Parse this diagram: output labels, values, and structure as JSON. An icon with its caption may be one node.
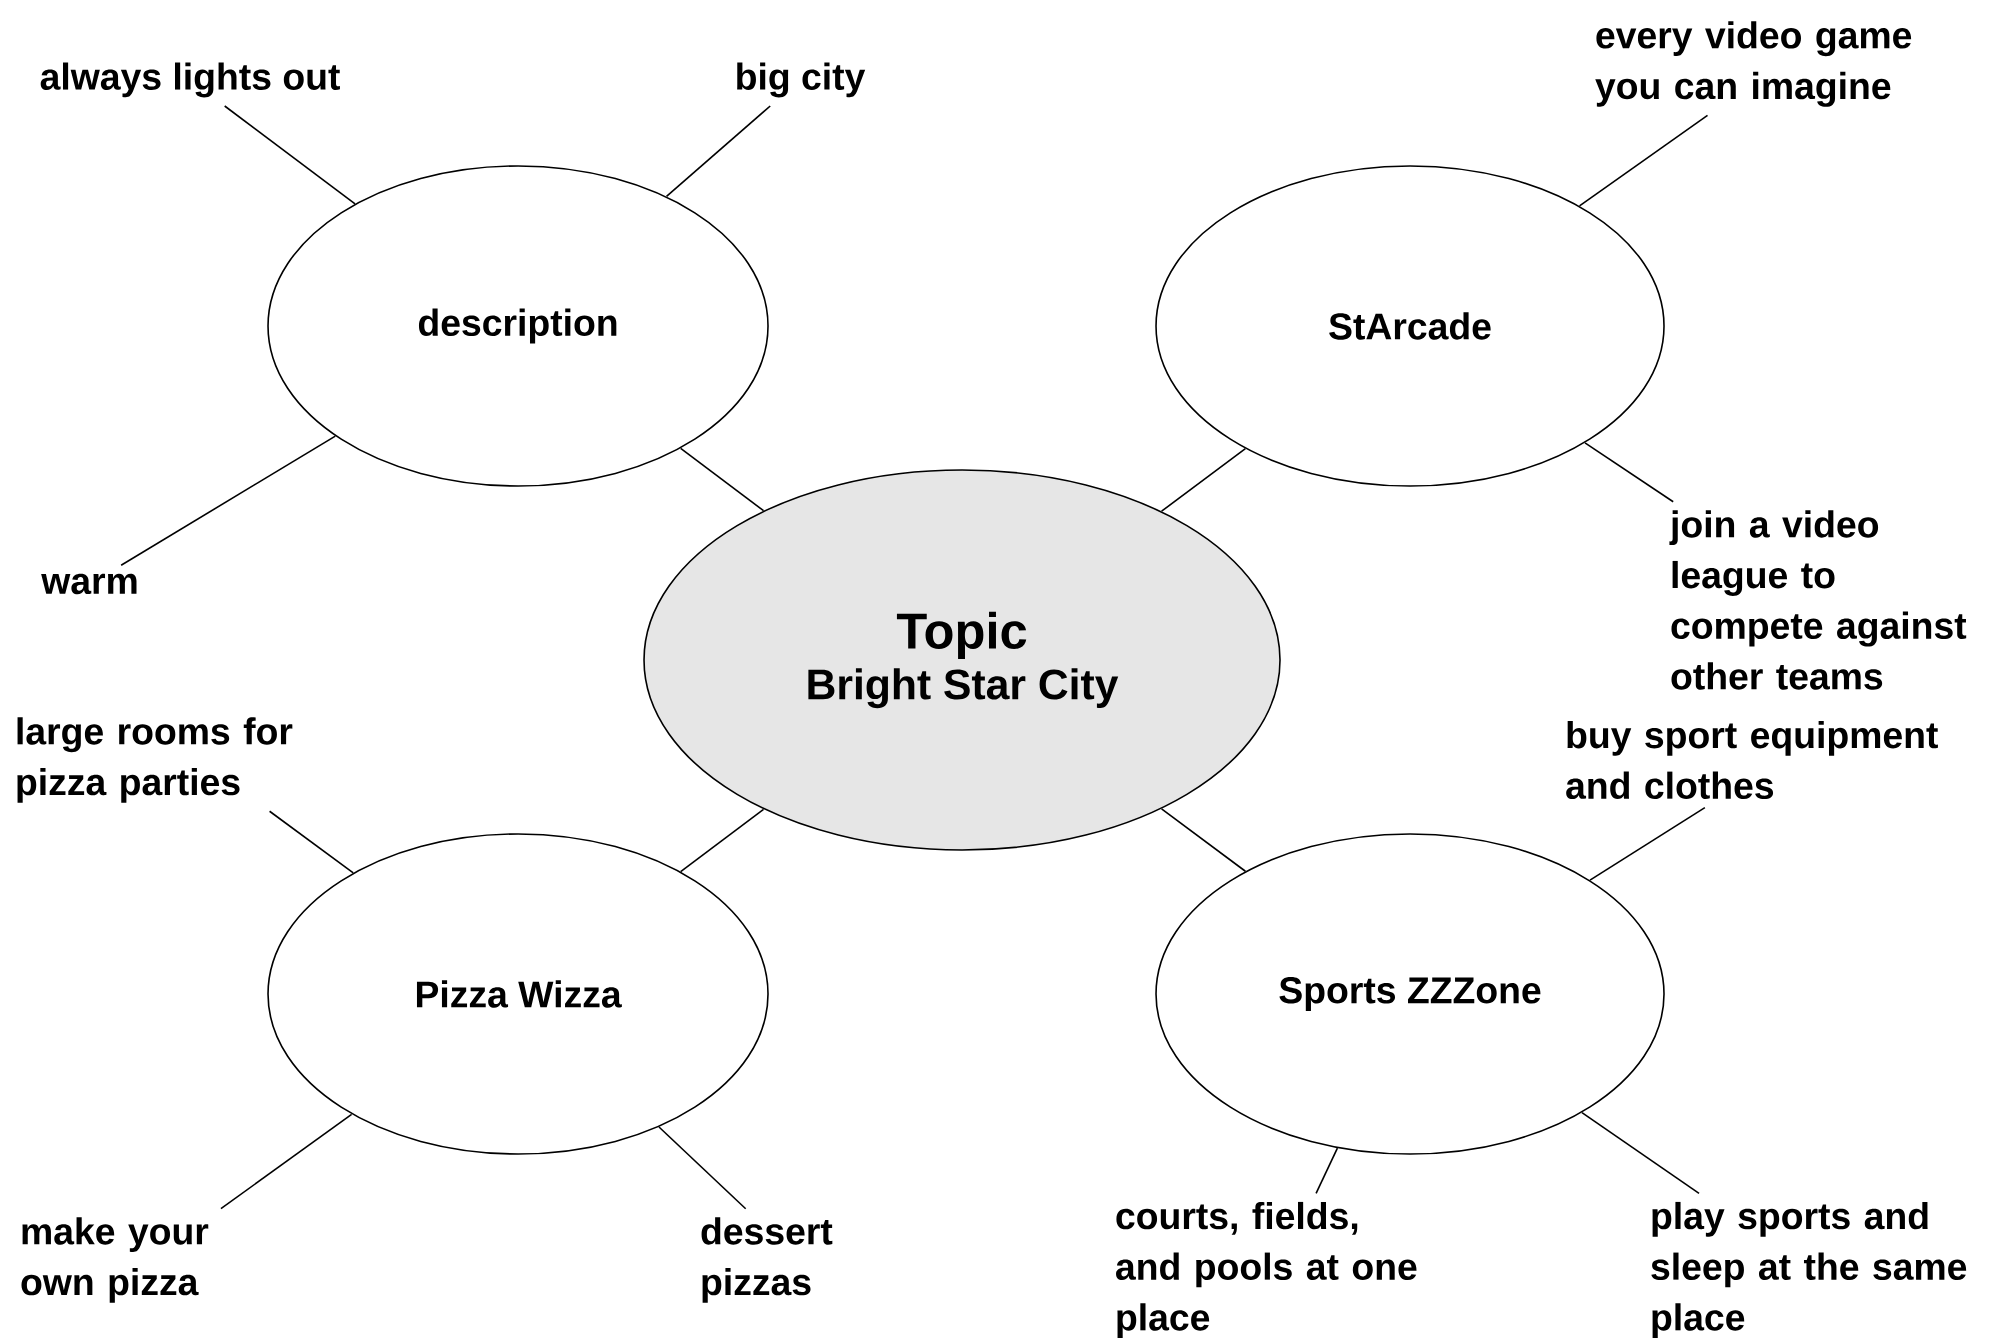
{
  "diagram": {
    "nodes": [
      {
        "text": [
          "Topic",
          "Bright Star City"
        ]
      },
      {
        "text": [
          "description"
        ]
      },
      {
        "text": [
          "StArcade"
        ]
      },
      {
        "text": [
          "Pizza Wizza"
        ]
      },
      {
        "text": [
          "Sports ZZZone"
        ]
      },
      {
        "text": [
          "always lights out"
        ]
      },
      {
        "text": [
          "big city"
        ]
      },
      {
        "text": [
          "warm"
        ]
      },
      {
        "text": [
          "every video game you can imagine"
        ]
      },
      {
        "text": [
          "join a video league to compete against other teams"
        ]
      },
      {
        "text": [
          "large rooms for pizza parties"
        ]
      },
      {
        "text": [
          "make your own pizza"
        ]
      },
      {
        "text": [
          "dessert pizzas"
        ]
      },
      {
        "text": [
          "buy sport equipment and clothes"
        ]
      },
      {
        "text": [
          "courts, fields, and pools at one place"
        ]
      },
      {
        "text": [
          "play sports and sleep at the same place"
        ]
      }
    ],
    "edges": [
      {
        "from": 0,
        "to": 1,
        "arrow": "none"
      },
      {
        "from": 0,
        "to": 2,
        "arrow": "none"
      },
      {
        "from": 0,
        "to": 3,
        "arrow": "none"
      },
      {
        "from": 0,
        "to": 4,
        "arrow": "none"
      },
      {
        "from": 1,
        "to": 5,
        "arrow": "none"
      },
      {
        "from": 1,
        "to": 6,
        "arrow": "none"
      },
      {
        "from": 1,
        "to": 7,
        "arrow": "none"
      },
      {
        "from": 2,
        "to": 8,
        "arrow": "none"
      },
      {
        "from": 2,
        "to": 9,
        "arrow": "none"
      },
      {
        "from": 3,
        "to": 10,
        "arrow": "none"
      },
      {
        "from": 3,
        "to": 11,
        "arrow": "none"
      },
      {
        "from": 3,
        "to": 12,
        "arrow": "none"
      },
      {
        "from": 4,
        "to": 13,
        "arrow": "none"
      },
      {
        "from": 4,
        "to": 14,
        "arrow": "none"
      },
      {
        "from": 4,
        "to": 15,
        "arrow": "none"
      }
    ]
  }
}
